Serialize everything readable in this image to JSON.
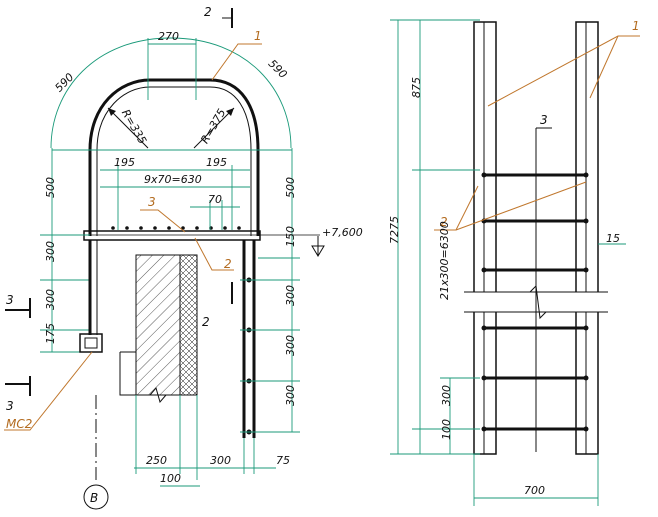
{
  "colors": {
    "dimension": "#1b9a7a",
    "leader": "#c0772d",
    "outline": "#111111"
  },
  "left_view": {
    "section_mark_top": "2",
    "callout_1": "1",
    "arc_dim_left": "590",
    "arc_dim_right": "590",
    "dim_top_width": "270",
    "radius_left": "R=335",
    "radius_right": "R=375",
    "dim_195_left": "195",
    "dim_195_right": "195",
    "dim_9x70": "9x70=630",
    "dim_70": "70",
    "callout_3": "3",
    "level_mark": "+7,600",
    "dim_500_left": "500",
    "dim_500_right": "500",
    "dim_300_left_a": "300",
    "dim_300_left_b": "300",
    "dim_175": "175",
    "dim_150": "150",
    "dim_300_right_a": "300",
    "dim_300_right_b": "300",
    "dim_300_right_c": "300",
    "callout_2": "2",
    "section_2_side": "2",
    "section_3_top": "3",
    "section_3_bottom": "3",
    "label_mc2": "МС2",
    "dim_250": "250",
    "dim_300_bottom": "300",
    "dim_75": "75",
    "dim_100": "100",
    "axis_label": "В"
  },
  "right_view": {
    "callout_1": "1",
    "callout_2": "2",
    "callout_3": "3",
    "dim_7275": "7275",
    "dim_875": "875",
    "dim_21x300": "21x300=6300",
    "dim_300": "300",
    "dim_100": "100",
    "dim_15": "15",
    "dim_700": "700"
  }
}
